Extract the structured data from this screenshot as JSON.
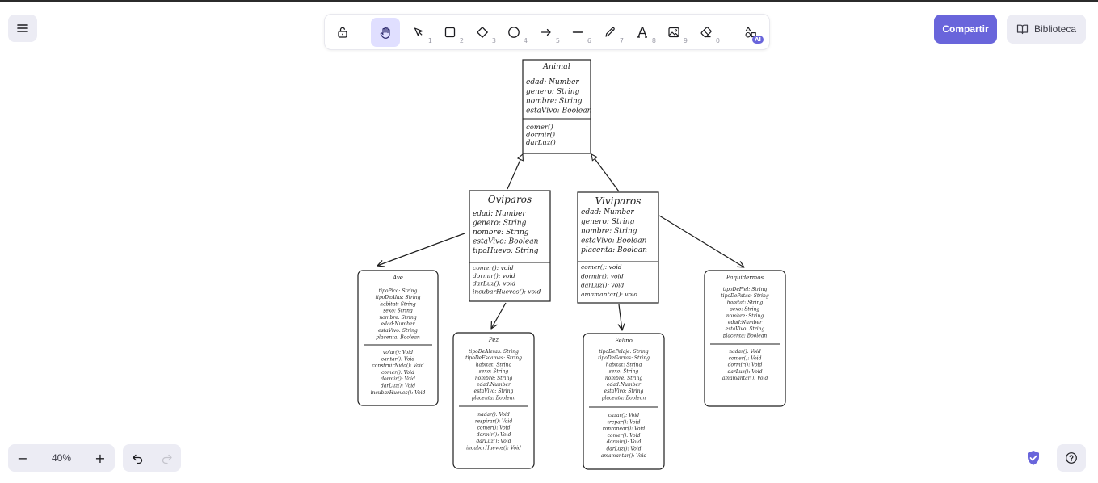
{
  "toolbar": {
    "tools": [
      {
        "name": "lock-tool",
        "key": ""
      },
      {
        "name": "hand-tool",
        "key": ""
      },
      {
        "name": "selection-tool",
        "key": "1"
      },
      {
        "name": "rectangle-tool",
        "key": "2"
      },
      {
        "name": "diamond-tool",
        "key": "3"
      },
      {
        "name": "ellipse-tool",
        "key": "4"
      },
      {
        "name": "arrow-tool",
        "key": "5"
      },
      {
        "name": "line-tool",
        "key": "6"
      },
      {
        "name": "draw-tool",
        "key": "7"
      },
      {
        "name": "text-tool",
        "key": "8"
      },
      {
        "name": "image-tool",
        "key": "9"
      },
      {
        "name": "eraser-tool",
        "key": "0"
      }
    ],
    "active_tool": "hand-tool",
    "ai_badge": "AI"
  },
  "header": {
    "share_label": "Compartir",
    "library_label": "Biblioteca"
  },
  "footer": {
    "zoom_value": "40%",
    "zoom_out_symbol": "−",
    "zoom_in_symbol": "+"
  },
  "colors": {
    "accent": "#6965db",
    "active_tool_bg": "#e0dfff",
    "island_bg": "#ececf4",
    "stroke": "#1e1e1e"
  },
  "diagram": {
    "animal": {
      "title": "Animal",
      "attributes": [
        "edad: Number",
        "genero: String",
        "nombre: String",
        "estaVivo: Boolean"
      ],
      "methods": [
        "comer()",
        "dormir()",
        "darLuz()"
      ]
    },
    "oviparos": {
      "title": "Oviparos",
      "attributes": [
        "edad: Number",
        "genero: String",
        "nombre: String",
        "estaVivo: Boolean",
        "tipoHuevo: String"
      ],
      "methods": [
        "comer(): void",
        "dormir(): void",
        "darLuz(): void",
        "incubarHuevos(): void"
      ]
    },
    "viviparos": {
      "title": "Viviparos",
      "attributes": [
        "edad: Number",
        "genero: String",
        "nombre: String",
        "estaVivo: Boolean",
        "placenta: Boolean"
      ],
      "methods": [
        "comer(): void",
        "dormir(): void",
        "darLuz(): void",
        "amamantar(): void"
      ]
    },
    "ave": {
      "title": "Ave",
      "attributes": [
        "tipoPico: String",
        "tipoDeAlas: String",
        "habitat: String",
        "sexo: String",
        "nombre: String",
        "edad:Number",
        "estaVivo: String",
        "placenta: Boolean"
      ],
      "methods": [
        "volar(): Void",
        "cantar(): Void",
        "construirNido(): Void",
        "comer(): Void",
        "dormir(): Void",
        "darLuz(): Void",
        "incubarHuevos(): Void"
      ]
    },
    "pez": {
      "title": "Pez",
      "attributes": [
        "tipoDeAletas: String",
        "tipoDeEscamas: String",
        "habitat: String",
        "sexo: String",
        "nombre: String",
        "edad:Number",
        "estaVivo: String",
        "placenta: Boolean"
      ],
      "methods": [
        "nadar(): Void",
        "respirar(): Void",
        "comer(): Void",
        "dormir(): Void",
        "darLuz(): Void",
        "incubarHuevos(): Void"
      ]
    },
    "felino": {
      "title": "Felino",
      "attributes": [
        "tipoDePelaje: String",
        "tipoDeGarras: String",
        "habitat: String",
        "sexo: String",
        "nombre: String",
        "edad:Number",
        "estaVivo: String",
        "placenta: Boolean"
      ],
      "methods": [
        "cazar(): Void",
        "trepar(): Void",
        "ronronear(): Void",
        "comer(): Void",
        "dormir(): Void",
        "darLuz(): Void",
        "amamantar(): Void"
      ]
    },
    "paquidermos": {
      "title": "Paquidermos",
      "attributes": [
        "tipoDePiel: String",
        "tipoDePatas: String",
        "habitat: String",
        "sexo: String",
        "nombre: String",
        "edad:Number",
        "estaVivo: String",
        "placenta: Boolean"
      ],
      "methods": [
        "nadar(): Void",
        "comer(): Void",
        "dormir(): Void",
        "darLuz(): Void",
        "amamantar(): Void"
      ]
    }
  }
}
